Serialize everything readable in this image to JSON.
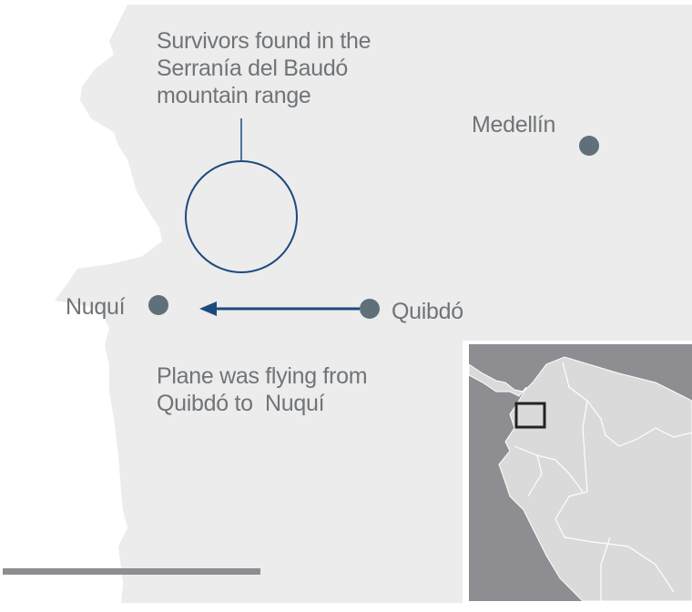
{
  "annotations": {
    "survivors": [
      "Survivors found in the",
      "Serranía del Baudó",
      "mountain range"
    ],
    "flight": [
      "Plane was flying from",
      "Quibdó to  Nuquí"
    ]
  },
  "places": {
    "medellin": "Medellín",
    "nuqui": "Nuquí",
    "quibdo": "Quibdó"
  },
  "colors": {
    "land": "#ececec",
    "city_dot": "#5f707b",
    "accent": "#1d4a7e",
    "inset_sea": "#8e8e92",
    "inset_land": "#dadada",
    "scale_bar": "#8e8e92"
  }
}
